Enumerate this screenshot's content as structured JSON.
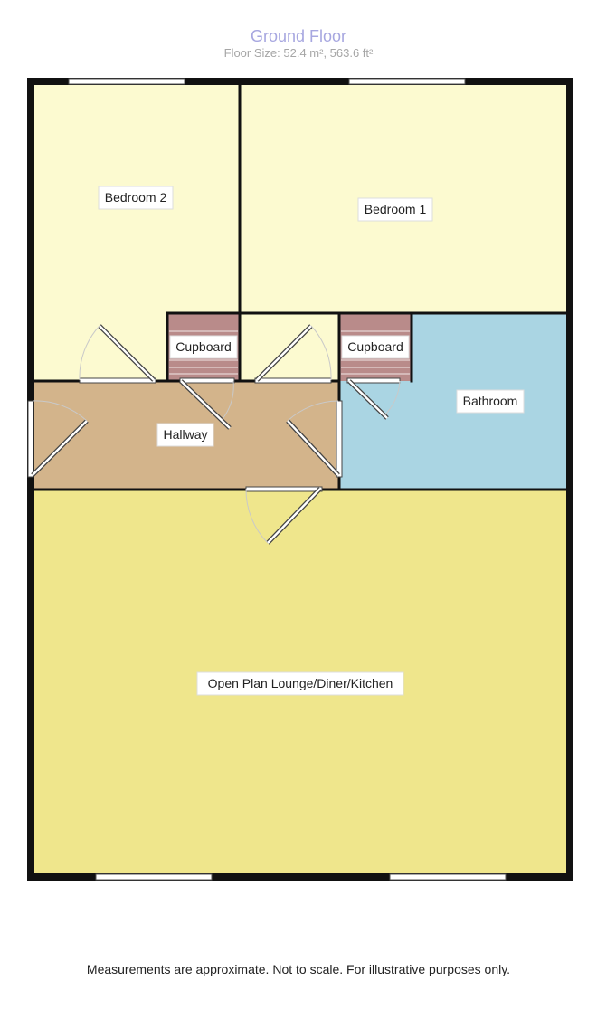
{
  "header": {
    "title": "Ground Floor",
    "subtitle": "Floor Size: 52.4 m², 563.6 ft²"
  },
  "rooms": {
    "bedroom2": {
      "label": "Bedroom 2",
      "color": "#fcfad0"
    },
    "bedroom1": {
      "label": "Bedroom 1",
      "color": "#fcfad0"
    },
    "cupboard_left": {
      "label": "Cupboard",
      "color": "#b98b8a"
    },
    "cupboard_right": {
      "label": "Cupboard",
      "color": "#b98b8a"
    },
    "hallway": {
      "label": "Hallway",
      "color": "#d3b48b"
    },
    "bathroom": {
      "label": "Bathroom",
      "color": "#aad5e3"
    },
    "lounge": {
      "label": "Open Plan Lounge/Diner/Kitchen",
      "color": "#efe68c"
    }
  },
  "footer": {
    "disclaimer": "Measurements are approximate. Not to scale. For illustrative purposes only."
  }
}
